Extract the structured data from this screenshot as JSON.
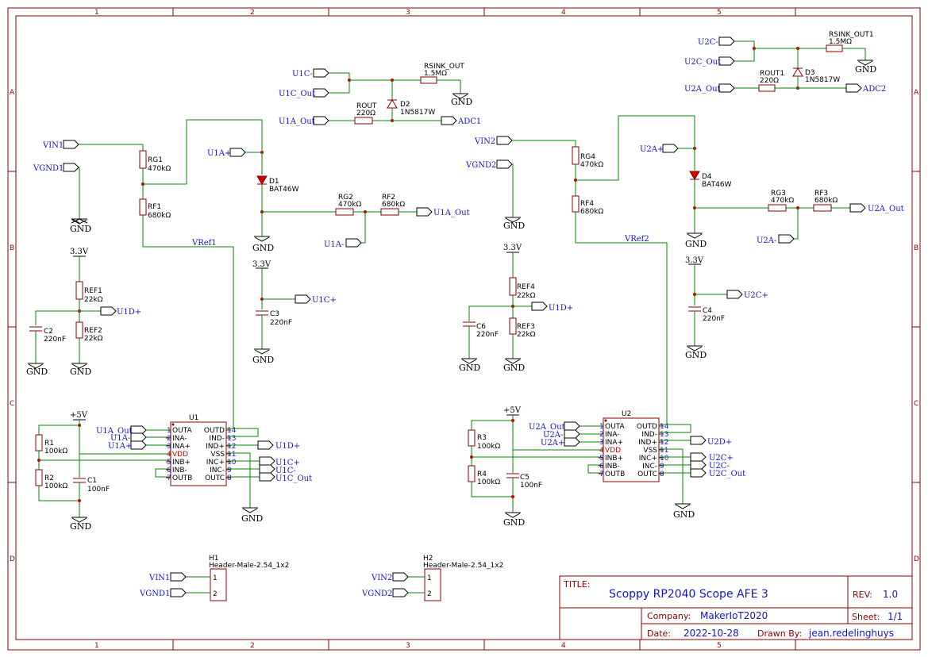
{
  "title_block": {
    "title_label": "TITLE:",
    "title": "Scoppy RP2040 Scope AFE 3",
    "rev_label": "REV:",
    "rev": "1.0",
    "company_label": "Company:",
    "company": "MakerIoT2020",
    "sheet_label": "Sheet:",
    "sheet": "1/1",
    "date_label": "Date:",
    "date": "2022-10-28",
    "drawn_label": "Drawn By:",
    "drawn_by": "jean.redelinghuys"
  },
  "frame": {
    "columns": [
      "1",
      "2",
      "3",
      "4",
      "5"
    ],
    "rows": [
      "A",
      "B",
      "C",
      "D"
    ]
  },
  "nets": {
    "vin1": "VIN1",
    "vgnd1": "VGND1",
    "vin2": "VIN2",
    "vgnd2": "VGND2",
    "u1a_plus": "U1A+",
    "u1a_minus": "U1A-",
    "u1a_out": "U1A_Out",
    "u1c_plus": "U1C+",
    "u1c_minus": "U1C-",
    "u1c_out": "U1C_Out",
    "u1d_plus": "U1D+",
    "u2a_plus": "U2A+",
    "u2a_minus": "U2A-",
    "u2a_out": "U2A_Out",
    "u2c_plus": "U2C+",
    "u2c_minus": "U2C-",
    "u2c_out": "U2C_Out",
    "u2d_plus": "U2D+",
    "adc1": "ADC1",
    "adc2": "ADC2",
    "vref1": "VRef1",
    "vref2": "VRef2",
    "gnd": "GND",
    "v33": "3.3V",
    "v5": "+5V"
  },
  "components": {
    "rg1": {
      "ref": "RG1",
      "value": "470kΩ"
    },
    "rf1": {
      "ref": "RF1",
      "value": "680kΩ"
    },
    "rg2": {
      "ref": "RG2",
      "value": "470kΩ"
    },
    "rf2": {
      "ref": "RF2",
      "value": "680kΩ"
    },
    "rg3": {
      "ref": "RG3",
      "value": "470kΩ"
    },
    "rf3": {
      "ref": "RF3",
      "value": "680kΩ"
    },
    "rg4": {
      "ref": "RG4",
      "value": "470kΩ"
    },
    "rf4": {
      "ref": "RF4",
      "value": "680kΩ"
    },
    "d1": {
      "ref": "D1",
      "value": "BAT46W"
    },
    "d2": {
      "ref": "D2",
      "value": "1N5817W"
    },
    "d3": {
      "ref": "D3",
      "value": "1N5817W"
    },
    "d4": {
      "ref": "D4",
      "value": "BAT46W"
    },
    "rout": {
      "ref": "ROUT",
      "value": "220Ω"
    },
    "rout1": {
      "ref": "ROUT1",
      "value": "220Ω"
    },
    "rsink_out": {
      "ref": "RSINK_OUT",
      "value": "1.5MΩ"
    },
    "rsink_out1": {
      "ref": "RSINK_OUT1",
      "value": "1.5MΩ"
    },
    "ref1": {
      "ref": "REF1",
      "value": "22kΩ"
    },
    "ref2": {
      "ref": "REF2",
      "value": "22kΩ"
    },
    "ref3": {
      "ref": "REF3",
      "value": "22kΩ"
    },
    "ref4": {
      "ref": "REF4",
      "value": "22kΩ"
    },
    "c1": {
      "ref": "C1",
      "value": "100nF"
    },
    "c2": {
      "ref": "C2",
      "value": "220nF"
    },
    "c3": {
      "ref": "C3",
      "value": "220nF"
    },
    "c4": {
      "ref": "C4",
      "value": "220nF"
    },
    "c5": {
      "ref": "C5",
      "value": "100nF"
    },
    "c6": {
      "ref": "C6",
      "value": "220nF"
    },
    "r1": {
      "ref": "R1",
      "value": "100kΩ"
    },
    "r2": {
      "ref": "R2",
      "value": "100kΩ"
    },
    "r3": {
      "ref": "R3",
      "value": "100kΩ"
    },
    "r4": {
      "ref": "R4",
      "value": "100kΩ"
    },
    "h1": {
      "ref": "H1",
      "value": "Header-Male-2.54_1x2"
    },
    "h2": {
      "ref": "H2",
      "value": "Header-Male-2.54_1x2"
    },
    "u1": {
      "ref": "U1"
    },
    "u2": {
      "ref": "U2"
    }
  },
  "ic_pins": {
    "left": [
      "OUTA",
      "INA-",
      "INA+",
      "VDD",
      "INB+",
      "INB-",
      "OUTB"
    ],
    "right": [
      "OUTD",
      "IND-",
      "IND+",
      "VSS",
      "INC+",
      "INC-",
      "OUTC"
    ],
    "left_nums": [
      "1",
      "2",
      "3",
      "4",
      "5",
      "6",
      "7"
    ],
    "right_nums": [
      "14",
      "13",
      "12",
      "11",
      "10",
      "9",
      "8"
    ]
  },
  "header_pins": [
    "1",
    "2"
  ]
}
